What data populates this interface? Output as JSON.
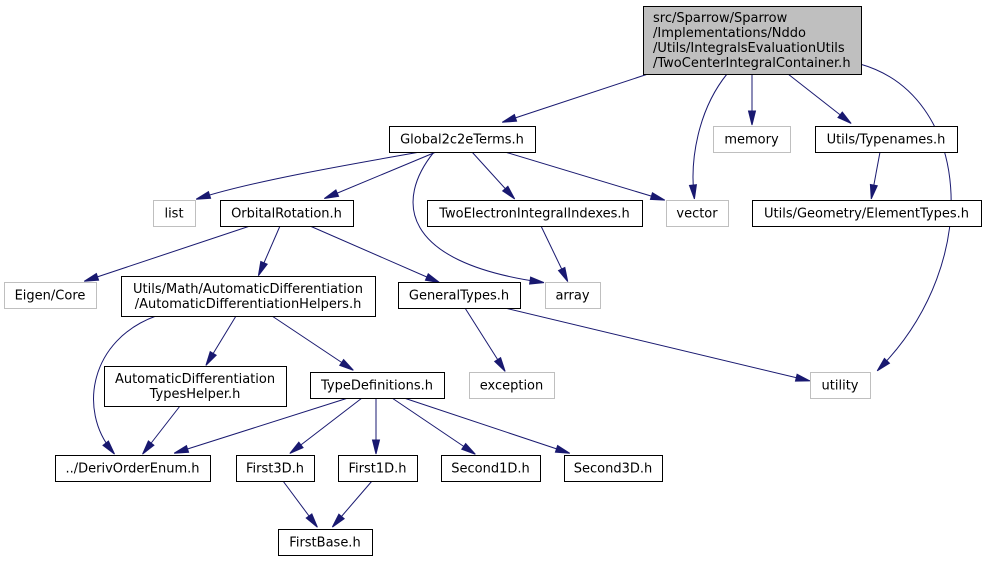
{
  "nodes": {
    "root": {
      "lines": [
        "src/Sparrow/Sparrow",
        "/Implementations/Nddo",
        "/Utils/IntegralsEvaluationUtils",
        "/TwoCenterIntegralContainer.h"
      ],
      "kind": "root"
    },
    "global2c2e": {
      "lines": [
        "Global2c2eTerms.h"
      ],
      "kind": "file"
    },
    "memory": {
      "lines": [
        "memory"
      ],
      "kind": "external"
    },
    "typenames": {
      "lines": [
        "Utils/Typenames.h"
      ],
      "kind": "file"
    },
    "list": {
      "lines": [
        "list"
      ],
      "kind": "external"
    },
    "orbitalRotation": {
      "lines": [
        "OrbitalRotation.h"
      ],
      "kind": "file"
    },
    "twoElectron": {
      "lines": [
        "TwoElectronIntegralIndexes.h"
      ],
      "kind": "file"
    },
    "vector": {
      "lines": [
        "vector"
      ],
      "kind": "external"
    },
    "elementTypes": {
      "lines": [
        "Utils/Geometry/ElementTypes.h"
      ],
      "kind": "file"
    },
    "eigenCore": {
      "lines": [
        "Eigen/Core"
      ],
      "kind": "external"
    },
    "autoDiffHelpers": {
      "lines": [
        "Utils/Math/AutomaticDifferentiation",
        "/AutomaticDifferentiationHelpers.h"
      ],
      "kind": "file"
    },
    "generalTypes": {
      "lines": [
        "GeneralTypes.h"
      ],
      "kind": "file"
    },
    "array": {
      "lines": [
        "array"
      ],
      "kind": "external"
    },
    "autoDiffTypesHelper": {
      "lines": [
        "AutomaticDifferentiation",
        "TypesHelper.h"
      ],
      "kind": "file"
    },
    "typeDefinitions": {
      "lines": [
        "TypeDefinitions.h"
      ],
      "kind": "file"
    },
    "exception": {
      "lines": [
        "exception"
      ],
      "kind": "external"
    },
    "utility": {
      "lines": [
        "utility"
      ],
      "kind": "external"
    },
    "derivOrderEnum": {
      "lines": [
        "../DerivOrderEnum.h"
      ],
      "kind": "file"
    },
    "first3D": {
      "lines": [
        "First3D.h"
      ],
      "kind": "file"
    },
    "first1D": {
      "lines": [
        "First1D.h"
      ],
      "kind": "file"
    },
    "second1D": {
      "lines": [
        "Second1D.h"
      ],
      "kind": "file"
    },
    "second3D": {
      "lines": [
        "Second3D.h"
      ],
      "kind": "file"
    },
    "firstBase": {
      "lines": [
        "FirstBase.h"
      ],
      "kind": "file"
    }
  },
  "edges": [
    {
      "from": "root",
      "to": "global2c2e"
    },
    {
      "from": "root",
      "to": "vector"
    },
    {
      "from": "root",
      "to": "memory"
    },
    {
      "from": "root",
      "to": "typenames"
    },
    {
      "from": "root",
      "to": "utility"
    },
    {
      "from": "global2c2e",
      "to": "list"
    },
    {
      "from": "global2c2e",
      "to": "orbitalRotation"
    },
    {
      "from": "global2c2e",
      "to": "array"
    },
    {
      "from": "global2c2e",
      "to": "twoElectron"
    },
    {
      "from": "global2c2e",
      "to": "vector"
    },
    {
      "from": "typenames",
      "to": "elementTypes"
    },
    {
      "from": "orbitalRotation",
      "to": "eigenCore"
    },
    {
      "from": "orbitalRotation",
      "to": "autoDiffHelpers"
    },
    {
      "from": "orbitalRotation",
      "to": "generalTypes"
    },
    {
      "from": "twoElectron",
      "to": "array"
    },
    {
      "from": "autoDiffHelpers",
      "to": "derivOrderEnum"
    },
    {
      "from": "autoDiffHelpers",
      "to": "autoDiffTypesHelper"
    },
    {
      "from": "autoDiffHelpers",
      "to": "typeDefinitions"
    },
    {
      "from": "generalTypes",
      "to": "exception"
    },
    {
      "from": "generalTypes",
      "to": "utility"
    },
    {
      "from": "autoDiffTypesHelper",
      "to": "derivOrderEnum"
    },
    {
      "from": "typeDefinitions",
      "to": "derivOrderEnum"
    },
    {
      "from": "typeDefinitions",
      "to": "first3D"
    },
    {
      "from": "typeDefinitions",
      "to": "first1D"
    },
    {
      "from": "typeDefinitions",
      "to": "second1D"
    },
    {
      "from": "typeDefinitions",
      "to": "second3D"
    },
    {
      "from": "first3D",
      "to": "firstBase"
    },
    {
      "from": "first1D",
      "to": "firstBase"
    }
  ]
}
